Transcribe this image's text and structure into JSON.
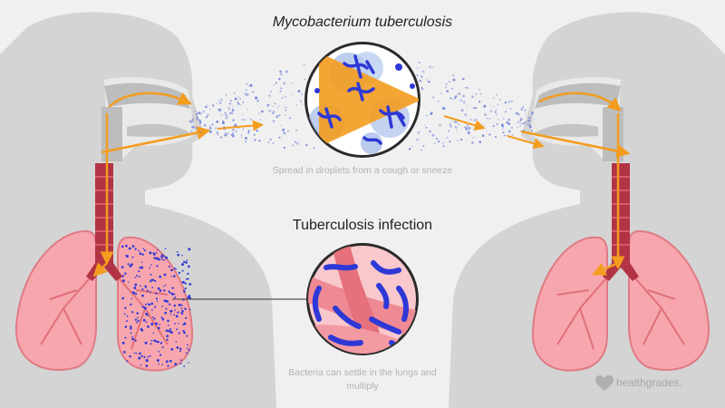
{
  "title_top": "Mycobacterium tuberculosis",
  "caption_spread": "Spread in droplets from a cough or sneeze",
  "title_mid": "Tuberculosis infection",
  "caption_settle": "Bacteria can settle in the lungs and multiply",
  "brand": "healthgrades.",
  "icons": {
    "brand": "heart-logo-icon"
  },
  "colors": {
    "background": "#f0f0f0",
    "silhouette": "#d4d4d4",
    "arrow": "#f39c1e",
    "bacteria": "#2e38d6",
    "lung": "#f7a6ad",
    "lung_dark": "#e0707a",
    "trachea": "#b23444",
    "droplet": "#6e7fd8",
    "inset_bg": "#f8c8cc"
  }
}
